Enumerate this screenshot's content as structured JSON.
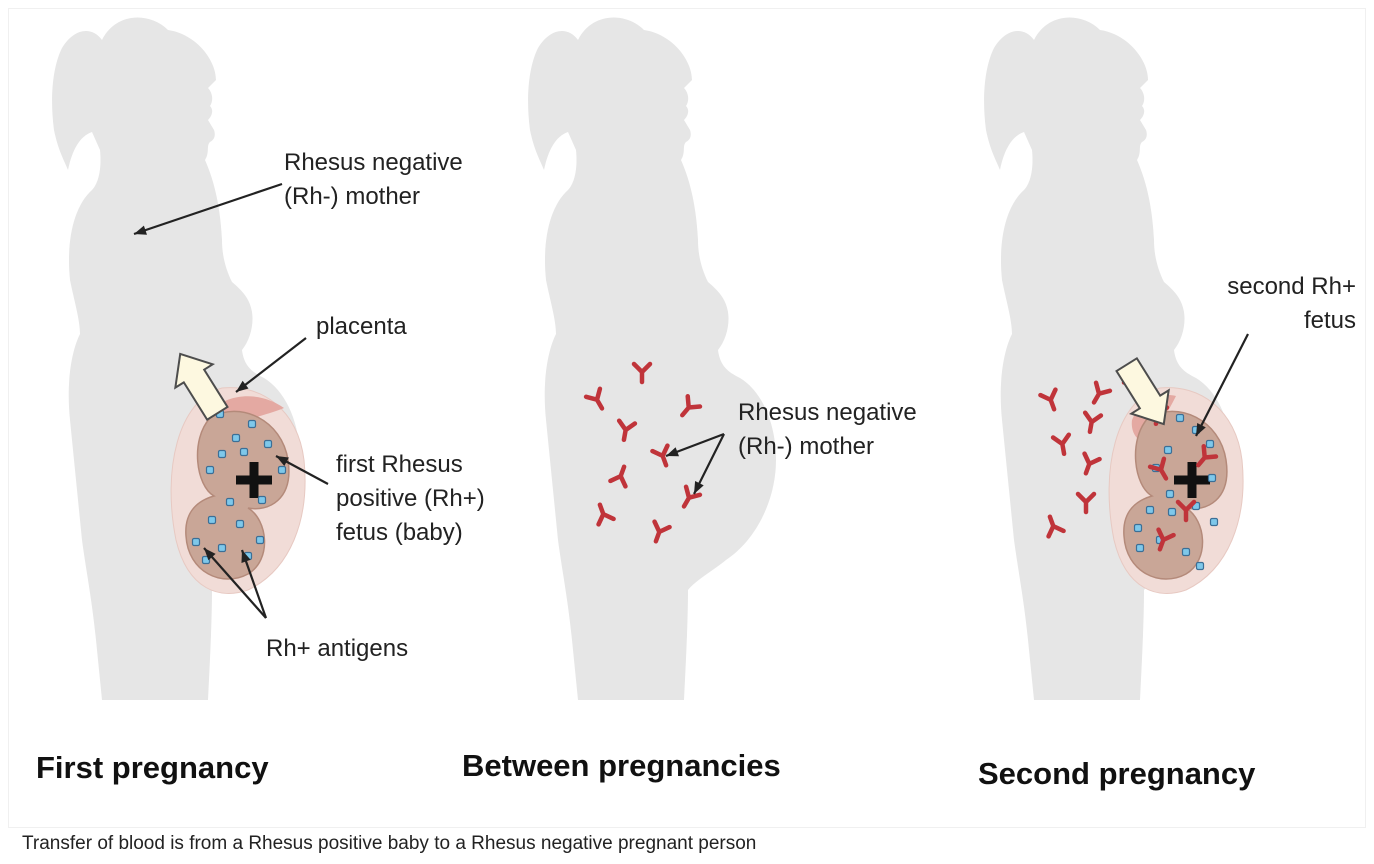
{
  "colors": {
    "silhouette": "#e6e6e6",
    "uterus": "#f1dcd7",
    "placenta": "#e4a9a2",
    "fetus": "#c9a697",
    "fetus_outline": "#b48a7a",
    "antigen_fill": "#7ec8ea",
    "antigen_stroke": "#3c6f96",
    "antibody": "#c0343a",
    "arrow_fill": "#fdf8e0",
    "arrow_stroke": "#4d4d4d",
    "text": "#222222"
  },
  "panels": {
    "first": {
      "title": "First pregnancy",
      "label_mother_1": "Rhesus negative",
      "label_mother_2": "(Rh-) mother",
      "label_placenta": "placenta",
      "label_fetus_1": "first Rhesus",
      "label_fetus_2": "positive (Rh+)",
      "label_fetus_3": "fetus (baby)",
      "label_antigens": "Rh+ antigens"
    },
    "between": {
      "title": "Between pregnancies",
      "label_mother_1": "Rhesus negative",
      "label_mother_2": "(Rh-) mother"
    },
    "second": {
      "title": "Second pregnancy",
      "label_fetus_1": "second Rh+",
      "label_fetus_2": "fetus"
    }
  },
  "caption": "Transfer of blood is from a Rhesus positive baby to a Rhesus negative pregnant person"
}
